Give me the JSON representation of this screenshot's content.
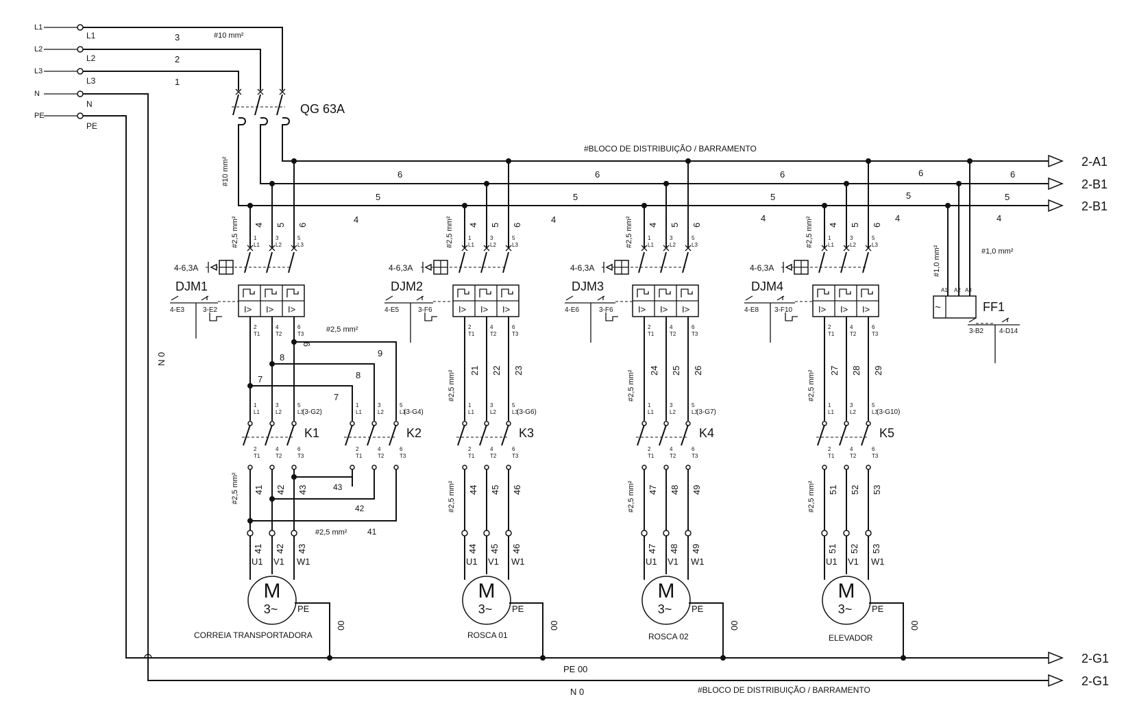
{
  "supply": {
    "terminals": [
      "L1",
      "L2",
      "L3",
      "N",
      "PE"
    ],
    "conductor_labels": [
      "L1",
      "L2",
      "L3",
      "N",
      "PE"
    ],
    "wire_numbers": [
      "3",
      "2",
      "1"
    ],
    "cable_size": "#10 mm²"
  },
  "main_breaker": {
    "label": "QG 63A",
    "cable_size": "#10 mm²"
  },
  "busbar": {
    "title": "#BLOCO DE DISTRIBUIÇÃO / BARRAMENTO",
    "numbers": [
      "6",
      "5",
      "4"
    ],
    "refs": [
      "2-A1",
      "2-B1",
      "2-B1",
      "2-G1",
      "2-G1"
    ]
  },
  "protection": {
    "range": "4-6,3A",
    "breakers": [
      {
        "label": "DJM1",
        "contact_refs": [
          "4-E3",
          "3-E2"
        ]
      },
      {
        "label": "DJM2",
        "contact_refs": [
          "4-E5",
          "3-F6"
        ]
      },
      {
        "label": "DJM3",
        "contact_refs": [
          "4-E6",
          "3-F6"
        ]
      },
      {
        "label": "DJM4",
        "contact_refs": [
          "4-E8",
          "3-F10"
        ]
      }
    ]
  },
  "branches": [
    {
      "in_wires": [
        "4",
        "5",
        "6"
      ],
      "mid_wires": [
        "7",
        "8",
        "9"
      ],
      "out_wires": [
        "41",
        "42",
        "43"
      ]
    },
    {
      "in_wires": [
        "4",
        "5",
        "6"
      ],
      "mid_wires": [
        "21",
        "22",
        "23"
      ],
      "out_wires": [
        "44",
        "45",
        "46"
      ]
    },
    {
      "in_wires": [
        "4",
        "5",
        "6"
      ],
      "mid_wires": [
        "24",
        "25",
        "26"
      ],
      "out_wires": [
        "47",
        "48",
        "49"
      ]
    },
    {
      "in_wires": [
        "4",
        "5",
        "6"
      ],
      "mid_wires": [
        "27",
        "28",
        "29"
      ],
      "out_wires": [
        "51",
        "52",
        "53"
      ]
    }
  ],
  "pole_labels": {
    "line_nums": [
      "1",
      "3",
      "5"
    ],
    "line": [
      "L1",
      "L2",
      "L3"
    ],
    "load_nums": [
      "2",
      "4",
      "6"
    ],
    "load": [
      "T1",
      "T2",
      "T3"
    ]
  },
  "contactors": [
    {
      "label": "K1",
      "ref": "(3-G2)"
    },
    {
      "label": "K2",
      "ref": "(3-G4)"
    },
    {
      "label": "K3",
      "ref": "(3-G6)"
    },
    {
      "label": "K4",
      "ref": "(3-G7)"
    },
    {
      "label": "K5",
      "ref": "(3-G10)"
    }
  ],
  "reversing": {
    "cross_wires": [
      "9",
      "8",
      "7"
    ],
    "return_wires": [
      "43",
      "42",
      "41"
    ]
  },
  "wire_size": "#2,5 mm²",
  "motors": [
    {
      "name": "CORREIA TRANSPORTADORA",
      "terminals": [
        "U1",
        "V1",
        "W1"
      ],
      "symbol": "M",
      "phase": "3~",
      "pe": "PE",
      "pe_wire": "00"
    },
    {
      "name": "ROSCA 01",
      "terminals": [
        "U1",
        "V1",
        "W1"
      ],
      "symbol": "M",
      "phase": "3~",
      "pe": "PE",
      "pe_wire": "00"
    },
    {
      "name": "ROSCA 02",
      "terminals": [
        "U1",
        "V1",
        "W1"
      ],
      "symbol": "M",
      "phase": "3~",
      "pe": "PE",
      "pe_wire": "00"
    },
    {
      "name": "ELEVADOR",
      "terminals": [
        "U1",
        "V1",
        "W1"
      ],
      "symbol": "M",
      "phase": "3~",
      "pe": "PE",
      "pe_wire": "00"
    }
  ],
  "fuse": {
    "label": "FF1",
    "terminals": [
      "A1",
      "A2",
      "A3"
    ],
    "cable_size": "#1,0 mm²",
    "contact_refs": [
      "3-B2",
      "4-D14"
    ],
    "symbol": "~"
  },
  "bottom": {
    "pe_label": "PE 00",
    "n_label": "N 0",
    "n_vertical": "N 0"
  }
}
